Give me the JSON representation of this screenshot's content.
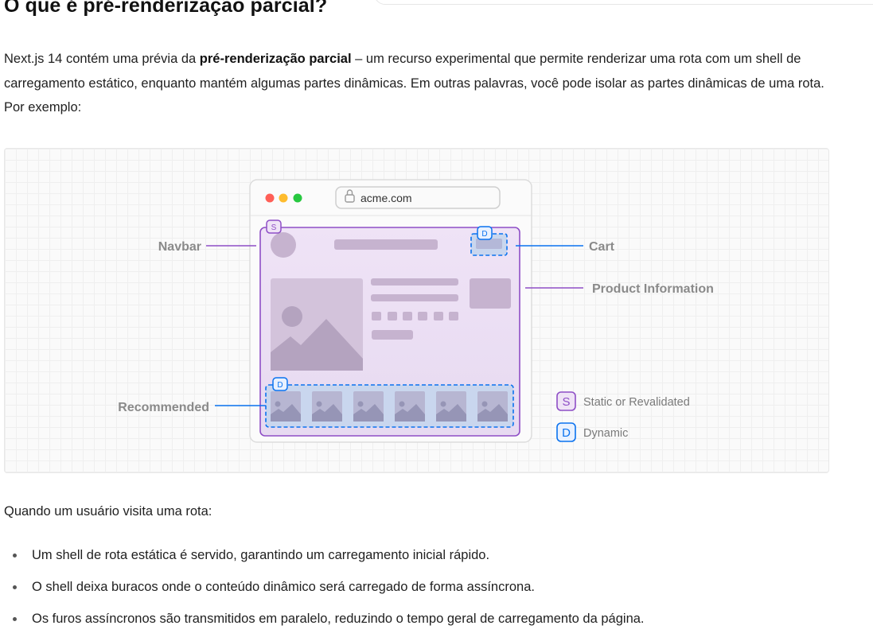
{
  "heading": "O que é pré-renderização parcial?",
  "intro": {
    "part1": "Next.js 14 contém uma prévia da ",
    "bold": "pré-renderização parcial",
    "part2": " – um recurso experimental que permite renderizar uma rota com um shell de carregamento estático, enquanto mantém algumas partes dinâmicas. Em outras palavras, você pode isolar as partes dinâmicas de uma rota. Por exemplo:"
  },
  "diagram": {
    "url": "acme.com",
    "labels": {
      "navbar": "Navbar",
      "cart": "Cart",
      "product_information": "Product Information",
      "recommended": "Recommended"
    },
    "badges": {
      "static": "S",
      "dynamic": "D"
    },
    "legend": {
      "static": "Static or Revalidated",
      "dynamic": "Dynamic"
    },
    "colors": {
      "static": "#8e4ec6",
      "dynamic": "#0a72ef",
      "traffic_red": "#ff5f57",
      "traffic_yellow": "#febc2e",
      "traffic_green": "#28c840"
    }
  },
  "after_figure": "Quando um usuário visita uma rota:",
  "steps": [
    "Um shell de rota estática é servido, garantindo um carregamento inicial rápido.",
    "O shell deixa buracos onde o conteúdo dinâmico será carregado de forma assíncrona.",
    "Os furos assíncronos são transmitidos em paralelo, reduzindo o tempo geral de carregamento da página."
  ]
}
